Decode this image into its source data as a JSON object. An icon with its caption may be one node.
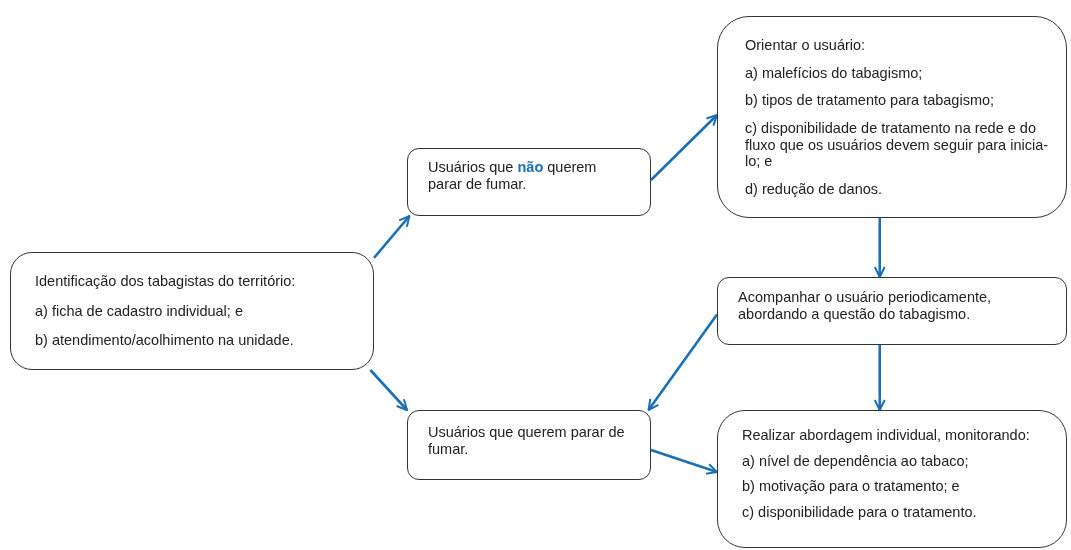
{
  "diagram": {
    "nodes": [
      {
        "text": [
          "Identificação dos tabagistas do território:",
          "a) ficha de cadastro individual; e",
          "b) atendimento/acolhimento na unidade."
        ]
      },
      {
        "text": [
          "Usuários que **não** querem parar de fumar."
        ]
      },
      {
        "text": [
          "Usuários que querem parar de fumar."
        ]
      },
      {
        "text": [
          "Orientar o usuário:",
          "a) malefícios do tabagismo;",
          "b) tipos de tratamento para tabagismo;",
          "c) disponibilidade de tratamento na rede e do fluxo que os usuários devem seguir para inicia-lo; e",
          "d) redução de danos."
        ]
      },
      {
        "text": [
          "Acompanhar o usuário periodicamente, abordando a questão do tabagismo."
        ]
      },
      {
        "text": [
          "Realizar abordagem individual, monitorando:",
          "a) nível de dependência ao tabaco;",
          "b) motivação para o tratamento; e",
          "c) disponibilidade para o tratamento."
        ]
      }
    ],
    "edges": [
      {
        "from": 0,
        "to": 1,
        "arrow": "to"
      },
      {
        "from": 0,
        "to": 2,
        "arrow": "to"
      },
      {
        "from": 1,
        "to": 3,
        "arrow": "to"
      },
      {
        "from": 3,
        "to": 4,
        "arrow": "to"
      },
      {
        "from": 4,
        "to": 2,
        "arrow": "to"
      },
      {
        "from": 2,
        "to": 5,
        "arrow": "to"
      },
      {
        "from": 4,
        "to": 5,
        "arrow": "to"
      }
    ]
  }
}
